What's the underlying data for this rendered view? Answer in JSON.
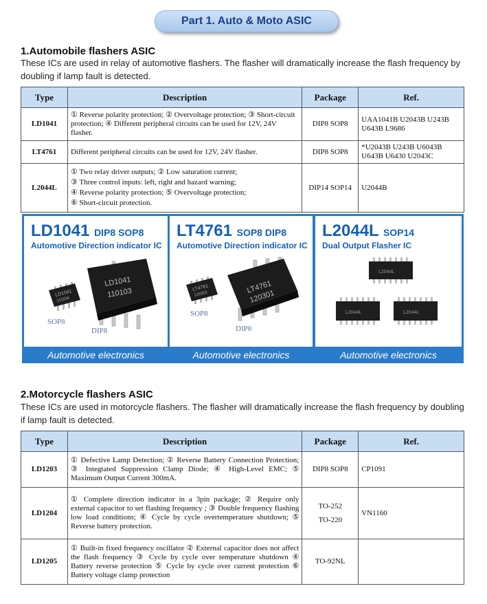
{
  "banner": "Part 1. Auto & Moto ASIC",
  "section1": {
    "title": "1.Automobile flashers ASIC",
    "desc": "These ICs are used in relay of automotive flashers. The flasher will dramatically increase the flash frequency by doubling if lamp fault is detected.",
    "headers": [
      "Type",
      "Description",
      "Package",
      "Ref."
    ],
    "rows": [
      {
        "type": "LD1041",
        "desc": "① Reverse polarity protection; ② Overvoltage protection; ③ Short-circuit protection; ④ Different peripheral circuits can be used for 12V, 24V flasher.",
        "pkg": "DIP8 SOP8",
        "ref": "UAA1041B U2043B U243B U643B L9686"
      },
      {
        "type": "LT4761",
        "desc": "Different peripheral circuits can be used for 12V, 24V flasher.",
        "pkg": "DIP8 SOP8",
        "ref": "*U2043B U243B U6043B U643B U6430 U2043C"
      },
      {
        "type": "L2044L",
        "desc_lines": [
          "① Two relay driver outputs; ② Low saturation current;",
          "③ Three control inputs: left, right and hazard warning;",
          "④ Reverse polarity protection; ⑤ Overvoltage protection;",
          "⑥ Short-circuit protection."
        ],
        "pkg": "DIP14 SOP14",
        "ref": "U2044B"
      }
    ]
  },
  "products": [
    {
      "name": "LD1041",
      "packages": "DIP8 SOP8",
      "subtitle": "Automotive Direction indicator IC",
      "caption": "Automotive electronics",
      "chip_marks": [
        "LD1041",
        "110103",
        "LD1041",
        "111104"
      ],
      "labels": [
        "SOP8",
        "DIP8"
      ]
    },
    {
      "name": "LT4761",
      "packages": "SOP8 DIP8",
      "subtitle": "Automotive Direction indicator IC",
      "caption": "Automotive electronics",
      "chip_marks": [
        "LT4761",
        "120301",
        "LT4761",
        "120301"
      ],
      "labels": [
        "SOP8",
        "DIP8"
      ]
    },
    {
      "name": "L2044L",
      "packages": "SOP14",
      "subtitle": "Dual Output Flasher IC",
      "caption": "Automotive electronics",
      "chip_marks": [
        "L2044L",
        "L2044L",
        "L2044L"
      ]
    }
  ],
  "section2": {
    "title": "2.Motorcycle flashers ASIC",
    "desc": "These ICs are used in motorcycle flashers. The flasher will dramatically increase the flash frequency by doubling if lamp fault is detected.",
    "headers": [
      "Type",
      "Description",
      "Package",
      "Ref."
    ],
    "rows": [
      {
        "type": "LD1203",
        "desc": "① Defective Lamp Detection; ② Reverse Battery Connection Protection; ③ Integtated Suppression Clamp Diode; ④ High-Level EMC; ⑤ Maximum Output Current 300mA.",
        "pkg": "DIP8 SOP8",
        "ref": "CP1091"
      },
      {
        "type": "LD1204",
        "desc": "① Complete direction indicator in a 3pin package; ② Require only external capacitor to set flashing frequency ; ③ Double frequency flashing low load conditions; ④ Cycle by cycle overtemperature shutdown; ⑤ Reverse battery protection.",
        "pkg_lines": [
          "TO-252",
          "TO-220"
        ],
        "ref": "VN1160"
      },
      {
        "type": "LD1205",
        "desc": "① Built-in fixed frequency oscillator ② External capacitor does not affect the flash frequency ③ Cycle by cycle over temperature shutdown ④ Battery reverse protection ⑤ Cycle by cycle over current protection ⑥ Battery voltage clamp protection",
        "pkg": "TO-92NL",
        "ref": ""
      }
    ]
  }
}
